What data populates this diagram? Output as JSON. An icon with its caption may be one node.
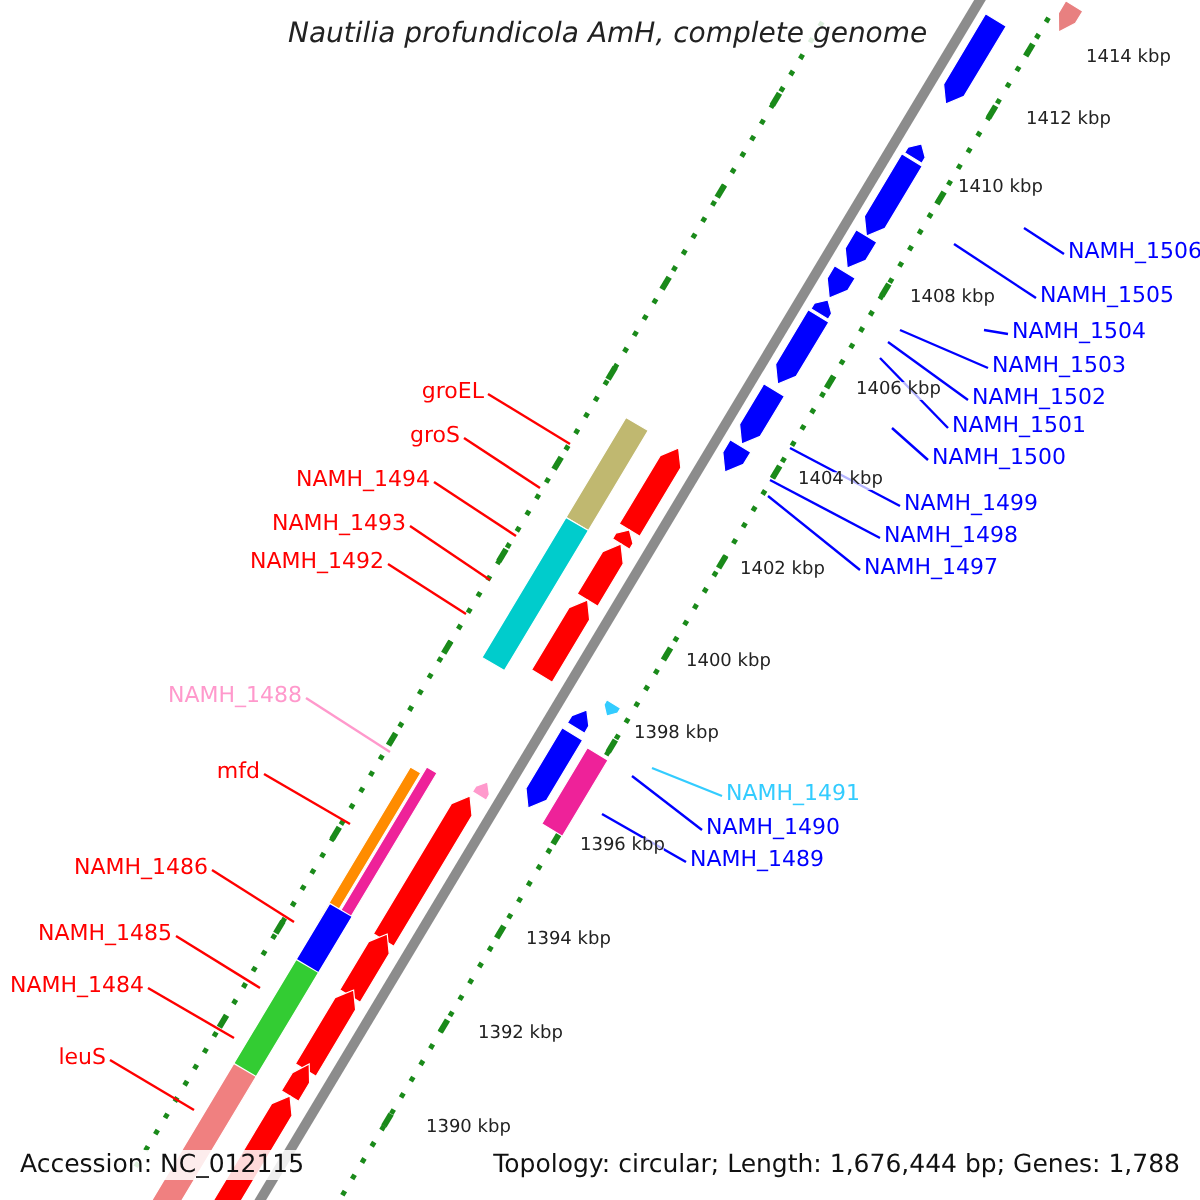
{
  "diagram": {
    "title": "Nautilia profundicola AmH, complete genome",
    "nodes": [
      {
        "text": [
          "groEL"
        ]
      },
      {
        "text": [
          "groS"
        ]
      },
      {
        "text": [
          "NAMH_1494"
        ]
      },
      {
        "text": [
          "NAMH_1493"
        ]
      },
      {
        "text": [
          "NAMH_1492"
        ]
      },
      {
        "text": [
          "NAMH_1488"
        ]
      },
      {
        "text": [
          "mfd"
        ]
      },
      {
        "text": [
          "NAMH_1486"
        ]
      },
      {
        "text": [
          "NAMH_1485"
        ]
      },
      {
        "text": [
          "NAMH_1484"
        ]
      },
      {
        "text": [
          "leuS"
        ]
      },
      {
        "text": [
          "NAMH_1506"
        ]
      },
      {
        "text": [
          "NAMH_1505"
        ]
      },
      {
        "text": [
          "NAMH_1504"
        ]
      },
      {
        "text": [
          "NAMH_1503"
        ]
      },
      {
        "text": [
          "NAMH_1502"
        ]
      },
      {
        "text": [
          "NAMH_1501"
        ]
      },
      {
        "text": [
          "NAMH_1500"
        ]
      },
      {
        "text": [
          "NAMH_1499"
        ]
      },
      {
        "text": [
          "NAMH_1498"
        ]
      },
      {
        "text": [
          "NAMH_1497"
        ]
      },
      {
        "text": [
          "NAMH_1491"
        ]
      },
      {
        "text": [
          "NAMH_1490"
        ]
      },
      {
        "text": [
          "NAMH_1489"
        ]
      }
    ],
    "edges": [
      {
        "from": 0,
        "to": null,
        "arrow": "none",
        "color": "#ff0000"
      },
      {
        "from": 1,
        "to": null,
        "arrow": "none",
        "color": "#ff0000"
      },
      {
        "from": 2,
        "to": null,
        "arrow": "none",
        "color": "#ff0000"
      },
      {
        "from": 3,
        "to": null,
        "arrow": "none",
        "color": "#ff0000"
      },
      {
        "from": 4,
        "to": null,
        "arrow": "none",
        "color": "#ff0000"
      },
      {
        "from": 5,
        "to": null,
        "arrow": "none",
        "color": "#ff99cc"
      },
      {
        "from": 6,
        "to": null,
        "arrow": "none",
        "color": "#ff0000"
      },
      {
        "from": 7,
        "to": null,
        "arrow": "none",
        "color": "#ff0000"
      },
      {
        "from": 8,
        "to": null,
        "arrow": "none",
        "color": "#ff0000"
      },
      {
        "from": 9,
        "to": null,
        "arrow": "none",
        "color": "#ff0000"
      },
      {
        "from": 10,
        "to": null,
        "arrow": "none",
        "color": "#ff0000"
      },
      {
        "from": 11,
        "to": null,
        "arrow": "none",
        "color": "#0000ff"
      },
      {
        "from": 12,
        "to": null,
        "arrow": "none",
        "color": "#0000ff"
      },
      {
        "from": 13,
        "to": null,
        "arrow": "none",
        "color": "#0000ff"
      },
      {
        "from": 14,
        "to": null,
        "arrow": "none",
        "color": "#0000ff"
      },
      {
        "from": 15,
        "to": null,
        "arrow": "none",
        "color": "#0000ff"
      },
      {
        "from": 16,
        "to": null,
        "arrow": "none",
        "color": "#0000ff"
      },
      {
        "from": 17,
        "to": null,
        "arrow": "none",
        "color": "#0000ff"
      },
      {
        "from": 18,
        "to": null,
        "arrow": "none",
        "color": "#0000ff"
      },
      {
        "from": 19,
        "to": null,
        "arrow": "none",
        "color": "#0000ff"
      },
      {
        "from": 20,
        "to": null,
        "arrow": "none",
        "color": "#0000ff"
      },
      {
        "from": 21,
        "to": null,
        "arrow": "none",
        "color": "#33ccff"
      },
      {
        "from": 22,
        "to": null,
        "arrow": "none",
        "color": "#0000ff"
      },
      {
        "from": 23,
        "to": null,
        "arrow": "none",
        "color": "#0000ff"
      }
    ],
    "labels": [
      "1414 kbp",
      "1412 kbp",
      "1410 kbp",
      "1408 kbp",
      "1406 kbp",
      "1404 kbp",
      "1402 kbp",
      "1400 kbp",
      "1398 kbp",
      "1396 kbp",
      "1394 kbp",
      "1392 kbp",
      "1390 kbp",
      "Accession: NC_012115",
      "Topology: circular; Length: 1,676,444 bp; Genes: 1,788"
    ]
  }
}
